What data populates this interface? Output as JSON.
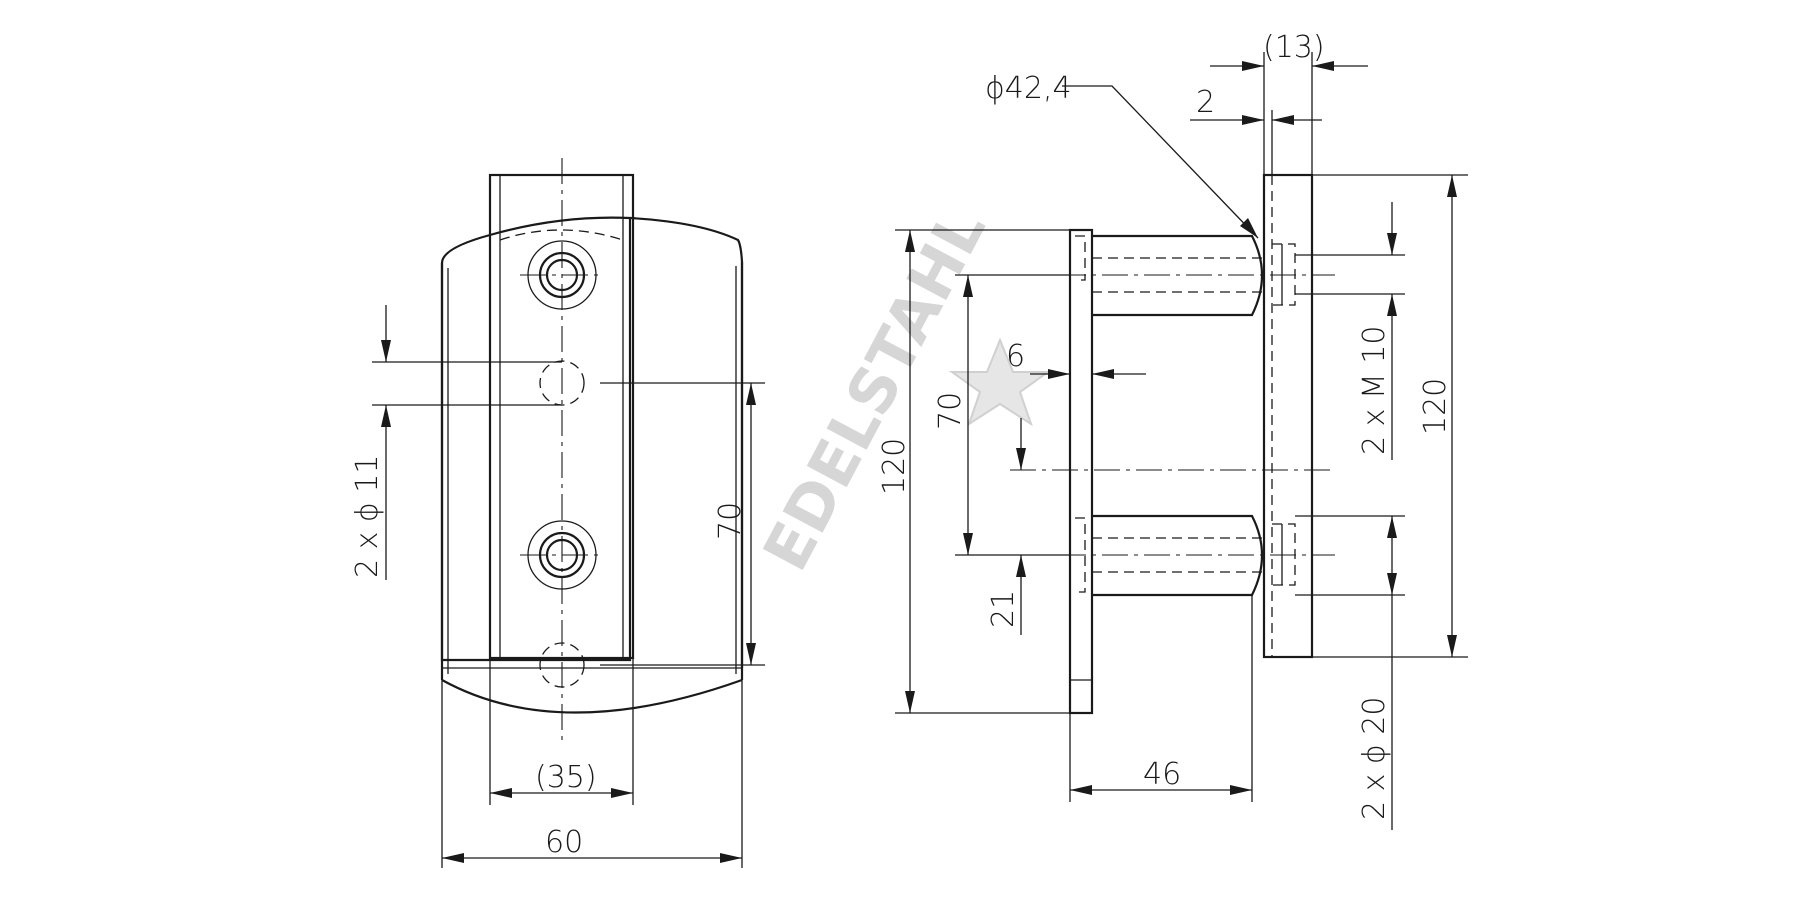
{
  "front_view": {
    "dim_bracket_width": "(35)",
    "dim_plate_width": "60",
    "dim_hole_spacing": "70",
    "dim_holes": "2 x ϕ 11"
  },
  "side_view": {
    "dim_tube_diameter": "ϕ42,4",
    "dim_total_depth": "(13)",
    "dim_plate_thickness": "2",
    "dim_flange_thickness": "6",
    "dim_height_left": "120",
    "dim_bolt_spacing": "70",
    "dim_offset": "21",
    "dim_depth": "46",
    "dim_threads": "2 x M 10",
    "dim_height_right": "120",
    "dim_bushings": "2 x ϕ 20"
  },
  "watermark": {
    "text": "EDELSTAHL"
  }
}
